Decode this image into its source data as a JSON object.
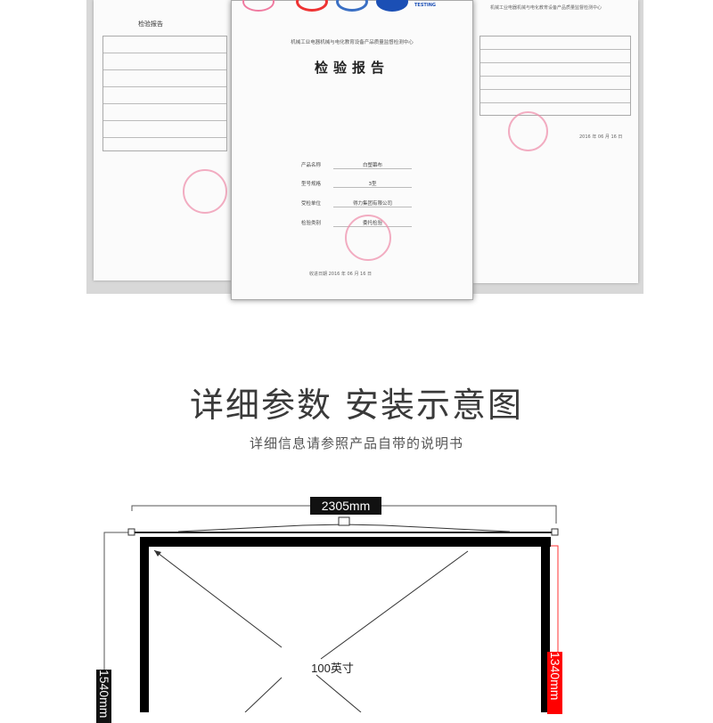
{
  "certificates": {
    "center": {
      "header": "机械工业电器机械与电化教育设备产品质量监督检测中心",
      "title": "检验报告",
      "fields": [
        {
          "label": "产品名称",
          "value": "白塑幕布"
        },
        {
          "label": "型号规格",
          "value": "3型"
        },
        {
          "label": "受检单位",
          "value": "得力集团有限公司"
        },
        {
          "label": "检验类别",
          "value": "委托检验"
        }
      ],
      "date": "收进日期  2016 年 06 月 16 日",
      "logo_text": "TESTING"
    },
    "left": {
      "title": "检验报告"
    },
    "right": {
      "header": "机械工业电器机械与电化教育设备产品质量监督检测中心",
      "date": "2016 年 06 月 16 日"
    }
  },
  "section": {
    "title": "详细参数 安装示意图",
    "subtitle": "详细信息请参照产品自带的说明书"
  },
  "diagram": {
    "width_label": "2305mm",
    "height_label": "1540mm",
    "screen_height_label": "1340mm",
    "size_label": "100英寸",
    "accent": "#ff0000"
  }
}
